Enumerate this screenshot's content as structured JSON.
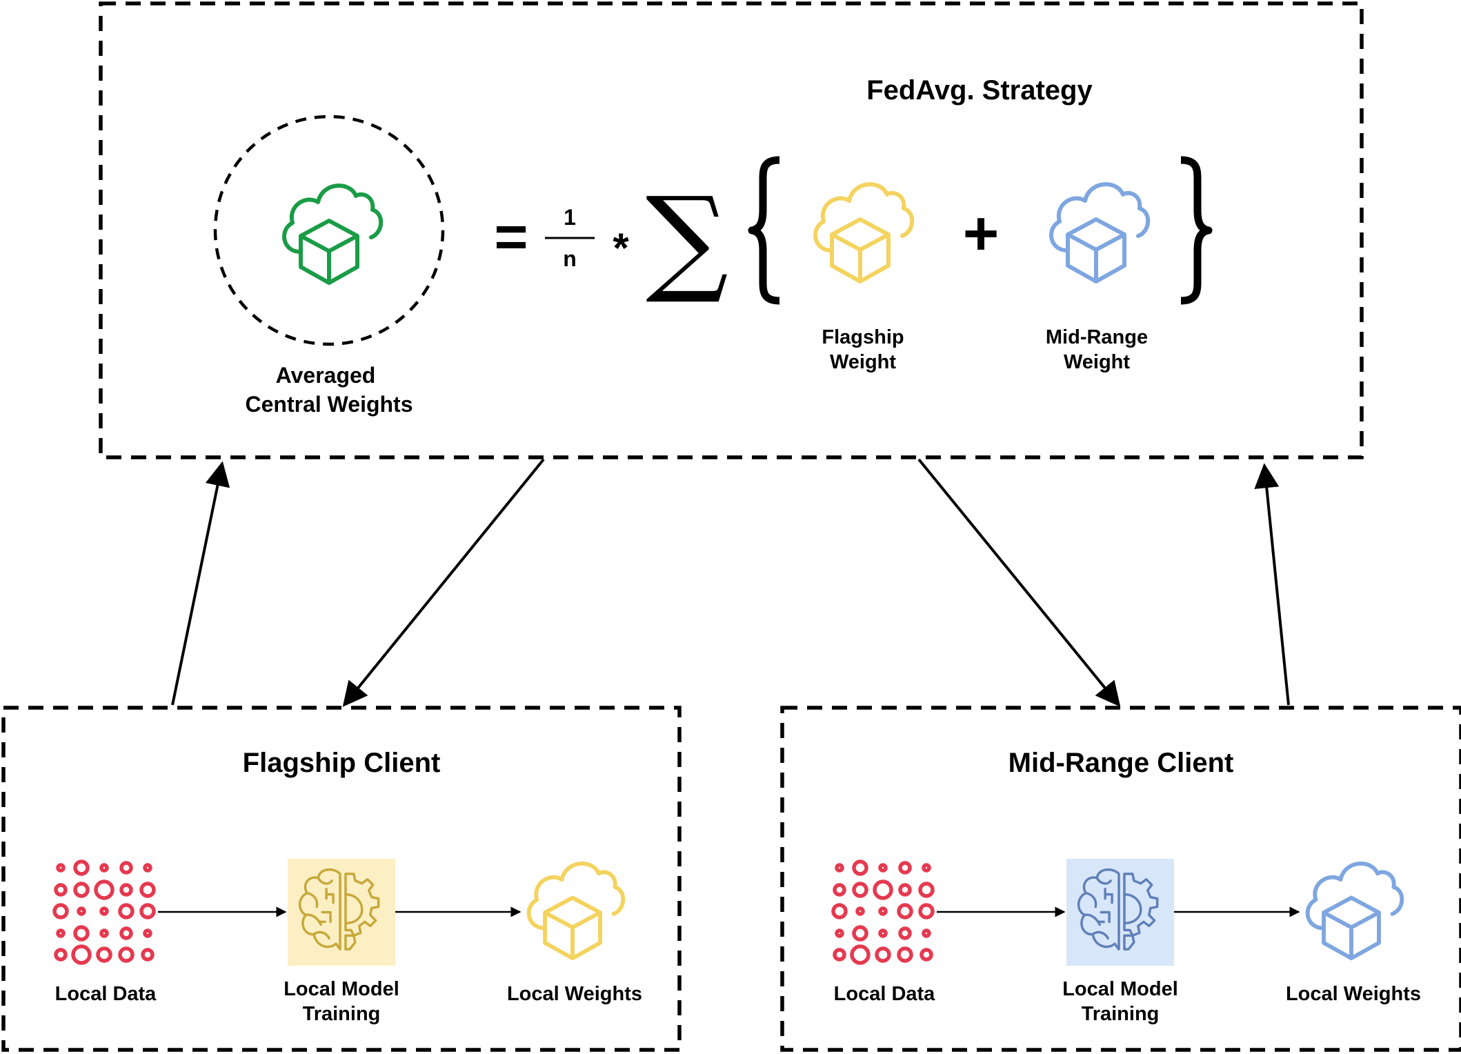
{
  "colors": {
    "central": "#1a9c47",
    "flagship": "#f4d35e",
    "midrange": "#7ea6e0",
    "data_red": "#e5394f",
    "training_bg_flagship": "#fcefc3",
    "training_bg_midrange": "#d8e6fa",
    "training_icon_flagship": "#c6a83a",
    "training_icon_midrange": "#5f80b8",
    "border": "#000000"
  },
  "server": {
    "title": "FedAvg. Strategy",
    "central_label_line1": "Averaged",
    "central_label_line2": "Central Weights",
    "equals": "=",
    "numerator": "1",
    "denominator": "n",
    "times": "*",
    "sigma": "∑",
    "brace_open": "{",
    "brace_close": "}",
    "plus": "+",
    "flagship_label_line1": "Flagship",
    "flagship_label_line2": "Weight",
    "midrange_label_line1": "Mid-Range",
    "midrange_label_line2": "Weight"
  },
  "flagship_client": {
    "title": "Flagship Client",
    "data_label": "Local Data",
    "training_label_line1": "Local Model",
    "training_label_line2": "Training",
    "weights_label": "Local Weights"
  },
  "midrange_client": {
    "title": "Mid-Range Client",
    "data_label": "Local Data",
    "training_label_line1": "Local Model",
    "training_label_line2": "Training",
    "weights_label": "Local Weights"
  },
  "icons": {
    "central": "cloud-cube-icon",
    "flagship_weight": "cloud-cube-icon",
    "midrange_weight": "cloud-cube-icon",
    "local_data": "dot-grid-data-icon",
    "training": "brain-gear-icon"
  }
}
